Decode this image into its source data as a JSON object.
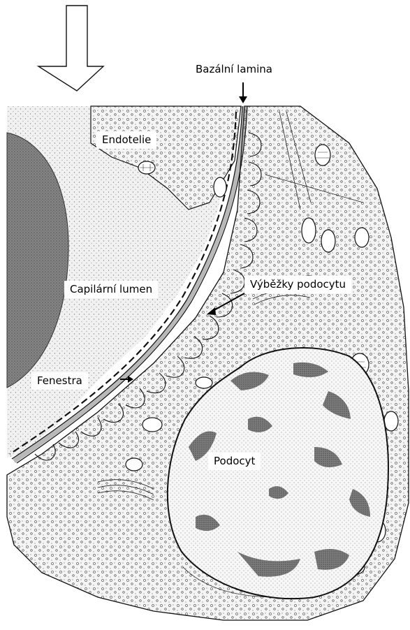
{
  "labels": {
    "basal_lamina": "Bazální lamina",
    "endothelium": "Endotelie",
    "capillary_lumen": "Capilární lumen",
    "podocyte_processes": "Výběžky podocytu",
    "fenestra": "Fenestra",
    "podocyte": "Podocyt"
  },
  "colors": {
    "ink": "#000000",
    "stipple_light": "#d2d2d2",
    "stipple_dark": "#6a6a6a",
    "rbc": "#7a7a7a",
    "background": "#ffffff"
  },
  "icons": [
    "down-arrow-outline-icon",
    "down-arrow-icon",
    "pointer-arrow-icon"
  ]
}
